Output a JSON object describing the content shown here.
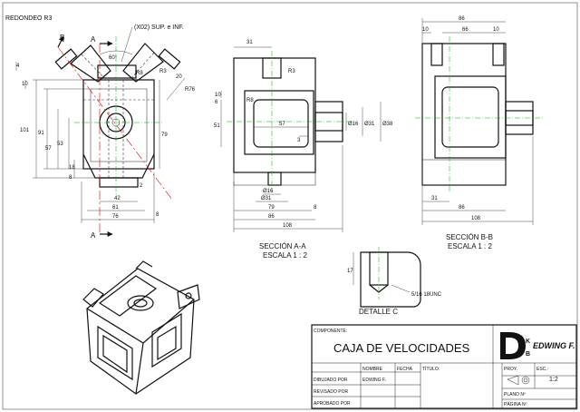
{
  "notes": {
    "fillet": "REDONDEO R3",
    "slot": "(X02) SUP. e INF.",
    "detail_thread": "5/16 18UNC"
  },
  "labels": {
    "section_a": "SECCIÓN A-A",
    "section_a_scale": "ESCALA 1 : 2",
    "section_b": "SECCIÓN B-B",
    "section_b_scale": "ESCALA 1 : 2",
    "detail": "DETALLE C",
    "cut_a_top": "A",
    "cut_a_bottom": "A",
    "cut_b": "B"
  },
  "dims": {
    "front": {
      "d4": "4",
      "d10": "10",
      "d101": "101",
      "d91": "91",
      "d57": "57",
      "d53": "53",
      "d18": "18",
      "d8": "8",
      "d2": "2",
      "d42": "42",
      "d61": "61",
      "d76": "76",
      "d8b": "8",
      "angle": "60°",
      "d79": "79",
      "d20": "20",
      "r76": "R76",
      "r8": "R8",
      "r3": "R3"
    },
    "section_a": {
      "d31": "31",
      "r3": "R3",
      "d10": "10",
      "d6": "6",
      "r8": "R8",
      "d51": "51",
      "d57": "57",
      "d3": "3",
      "d16": "Ø16",
      "d31b": "Ø31",
      "d38": "Ø38",
      "d16b": "Ø16",
      "d31c": "Ø31",
      "d79": "79",
      "d86": "86",
      "d8": "8",
      "d108": "108"
    },
    "section_b": {
      "d86": "86",
      "d10a": "10",
      "d66": "66",
      "d10b": "10",
      "d31": "31",
      "d86b": "86",
      "d108": "108"
    },
    "detail": {
      "d17": "17"
    }
  },
  "title_block": {
    "component_label": "COMPONENTE:",
    "component_name": "CAJA DE VELOCIDADES",
    "company": "EDWING F.",
    "col_name": "NOMBRE",
    "col_date": "FECHA",
    "col_title": "TÍTULO:",
    "drawn_by": "DIBUJADO POR",
    "drawn_name": "EDWING F.",
    "reviewed_by": "REVISADO POR",
    "approved_by": "APROBADO POR",
    "prefix": "PROY.",
    "scale_label": "ESC.:",
    "scale_value": "1:2",
    "plan_no": "PLANO Nº",
    "sheet_no": "PÁGINA Nº"
  }
}
